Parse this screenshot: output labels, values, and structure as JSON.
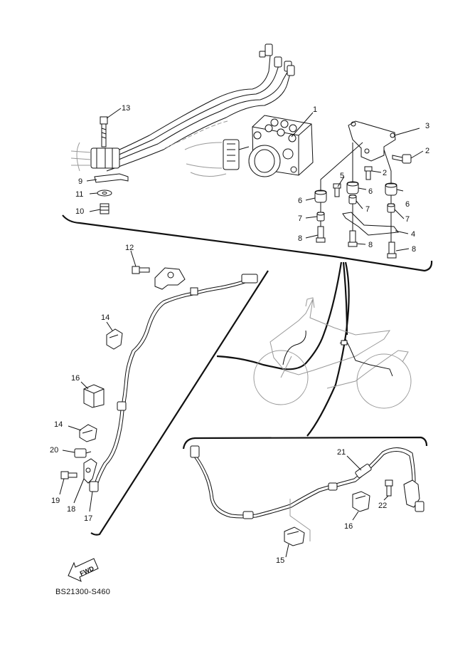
{
  "diagram": {
    "catalog_code": "BS21300-S460",
    "direction_marker": "FWD",
    "callouts": [
      {
        "id": "c1",
        "label": "1"
      },
      {
        "id": "c2a",
        "label": "2"
      },
      {
        "id": "c2b",
        "label": "2"
      },
      {
        "id": "c3",
        "label": "3"
      },
      {
        "id": "c4",
        "label": "4"
      },
      {
        "id": "c5",
        "label": "5"
      },
      {
        "id": "c6a",
        "label": "6"
      },
      {
        "id": "c6b",
        "label": "6"
      },
      {
        "id": "c6c",
        "label": "6"
      },
      {
        "id": "c7a",
        "label": "7"
      },
      {
        "id": "c7b",
        "label": "7"
      },
      {
        "id": "c7c",
        "label": "7"
      },
      {
        "id": "c8a",
        "label": "8"
      },
      {
        "id": "c8b",
        "label": "8"
      },
      {
        "id": "c8c",
        "label": "8"
      },
      {
        "id": "c9",
        "label": "9"
      },
      {
        "id": "c10",
        "label": "10"
      },
      {
        "id": "c11",
        "label": "11"
      },
      {
        "id": "c12",
        "label": "12"
      },
      {
        "id": "c13",
        "label": "13"
      },
      {
        "id": "c14a",
        "label": "14"
      },
      {
        "id": "c14b",
        "label": "14"
      },
      {
        "id": "c15",
        "label": "15"
      },
      {
        "id": "c16a",
        "label": "16"
      },
      {
        "id": "c16b",
        "label": "16"
      },
      {
        "id": "c17",
        "label": "17"
      },
      {
        "id": "c18",
        "label": "18"
      },
      {
        "id": "c19",
        "label": "19"
      },
      {
        "id": "c20",
        "label": "20"
      },
      {
        "id": "c21",
        "label": "21"
      },
      {
        "id": "c22",
        "label": "22"
      }
    ]
  }
}
